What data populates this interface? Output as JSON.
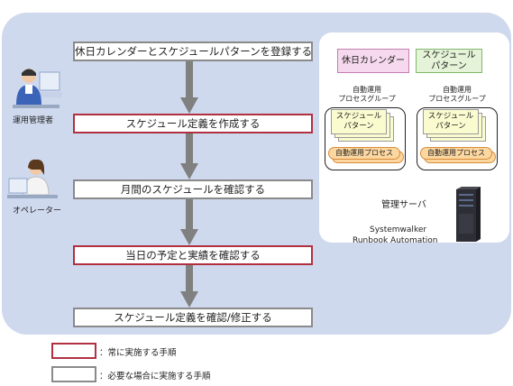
{
  "steps": [
    "休日カレンダーとスケジュールパターンを登録する",
    "スケジュール定義を作成する",
    "月間のスケジュールを確認する",
    "当日の予定と実績を確認する",
    "スケジュール定義を確認/修正する"
  ],
  "roles": {
    "admin": "運用管理者",
    "operator": "オペレーター"
  },
  "server_panel": {
    "holiday_calendar": "休日カレンダー",
    "schedule_pattern": "スケジュール\nパターン",
    "group_label": "自動運用\nプロセスグループ",
    "pattern_card": "スケジュール\nパターン",
    "process": "自動運用プロセス",
    "server_label": "管理サーバ",
    "product_line1": "Systemwalker",
    "product_line2": "Runbook Automation"
  },
  "legend": {
    "always": "：常に実施する手順",
    "optional": "：必要な場合に実施する手順"
  },
  "colors": {
    "panel": "#cfd9ee",
    "red_border": "#b03040",
    "gray_border": "#8a8a8a",
    "arrow": "#808080"
  }
}
